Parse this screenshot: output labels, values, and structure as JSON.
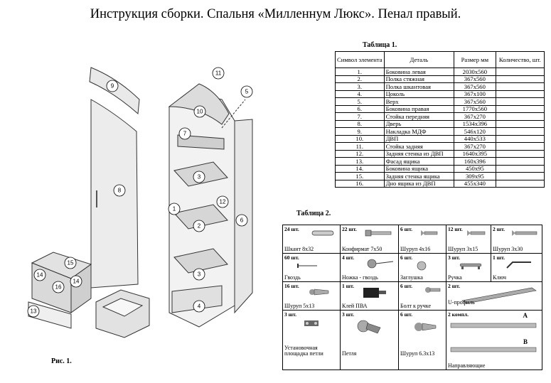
{
  "title": "Инструкция сборки. Спальня «Милленнум Люкс». Пенал правый.",
  "figure_caption": "Рис. 1.",
  "callouts": [
    "1",
    "2",
    "3",
    "3",
    "4",
    "5",
    "6",
    "7",
    "8",
    "9",
    "10",
    "11",
    "12",
    "13",
    "14",
    "14",
    "15",
    "16"
  ],
  "table1": {
    "caption": "Таблица 1.",
    "headers": [
      "Символ элемента",
      "Деталь",
      "Размер мм",
      "Количество, шт."
    ],
    "rows": [
      {
        "n": "1.",
        "part": "Боковина левая",
        "size": "2030х560",
        "qty": ""
      },
      {
        "n": "2.",
        "part": "Полка стяжная",
        "size": "367х560",
        "qty": ""
      },
      {
        "n": "3.",
        "part": "Полка шкантовая",
        "size": "367х560",
        "qty": ""
      },
      {
        "n": "4.",
        "part": "Цоколь",
        "size": "367х100",
        "qty": ""
      },
      {
        "n": "5.",
        "part": "Верх",
        "size": "367х560",
        "qty": ""
      },
      {
        "n": "6.",
        "part": "Боковина правая",
        "size": "1770х560",
        "qty": ""
      },
      {
        "n": "7.",
        "part": "Стойка передняя",
        "size": "367х270",
        "qty": ""
      },
      {
        "n": "8.",
        "part": "Дверь",
        "size": "1534х396",
        "qty": ""
      },
      {
        "n": "9.",
        "part": "Накладка МДФ",
        "size": "546х120",
        "qty": ""
      },
      {
        "n": "10.",
        "part": "ДВП",
        "size": "440х533",
        "qty": ""
      },
      {
        "n": "11.",
        "part": "Стойка задняя",
        "size": "367х270",
        "qty": ""
      },
      {
        "n": "12.",
        "part": "Задняя стенка из ДВП",
        "size": "1640х395",
        "qty": ""
      },
      {
        "n": "13.",
        "part": "Фасад ящика",
        "size": "160х396",
        "qty": ""
      },
      {
        "n": "14.",
        "part": "Боковина ящика",
        "size": "450х95",
        "qty": ""
      },
      {
        "n": "15.",
        "part": "Задняя стенка ящика",
        "size": "309х95",
        "qty": ""
      },
      {
        "n": "16.",
        "part": "Дно ящика из ДВП",
        "size": "455х340",
        "qty": ""
      }
    ]
  },
  "table2": {
    "caption": "Таблица 2.",
    "items": [
      {
        "qty": "24 шт.",
        "name": "Шкант 8х32",
        "icon": "dowel-icon"
      },
      {
        "qty": "22 шт.",
        "name": "Конфирмат 7х50",
        "icon": "confirmat-screw-icon"
      },
      {
        "qty": "6 шт.",
        "name": "Шуруп 4х16",
        "icon": "screw-icon"
      },
      {
        "qty": "12 шт.",
        "name": "Шуруп 3х15",
        "icon": "screw-icon"
      },
      {
        "qty": "2 шт.",
        "name": "Шуруп 3х30",
        "icon": "screw-icon"
      },
      {
        "qty": "60 шт.",
        "name": "Гвоздь",
        "icon": "nail-icon"
      },
      {
        "qty": "4 шт.",
        "name": "Ножка - гвоздь",
        "icon": "leg-nail-icon"
      },
      {
        "qty": "6 шт.",
        "name": "Заглушка",
        "icon": "cap-icon"
      },
      {
        "qty": "3 шт.",
        "name": "Ручка",
        "icon": "handle-icon"
      },
      {
        "qty": "1 шт.",
        "name": "Ключ",
        "icon": "key-icon"
      },
      {
        "qty": "16 шт.",
        "name": "Шуруп 5х13",
        "icon": "screw-icon"
      },
      {
        "qty": "1 шт.",
        "name": "Клей ПВА",
        "icon": "glue-icon"
      },
      {
        "qty": "6 шт.",
        "name": "Болт к ручке",
        "icon": "bolt-icon"
      },
      {
        "qty": "2 шт.",
        "name": "U-профиль",
        "icon": "u-profile-icon"
      },
      {
        "qty": "3 шт.",
        "name": "Установочная площадка петли",
        "icon": "hinge-plate-icon"
      },
      {
        "qty": "3 шт.",
        "name": "Петля",
        "icon": "hinge-icon"
      },
      {
        "qty": "6 шт.",
        "name": "Шуруп 6.3х13",
        "icon": "screw-icon"
      },
      {
        "qty": "2 компл.",
        "name": "Направляющие",
        "icon": "drawer-rail-icon",
        "label_a": "А",
        "label_b": "В"
      }
    ]
  }
}
